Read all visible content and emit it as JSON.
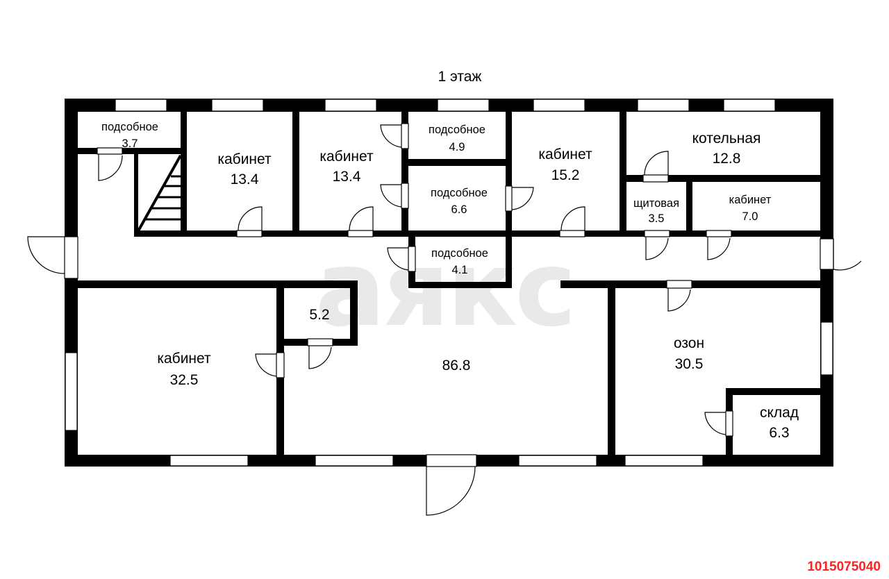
{
  "title": "1 этаж",
  "watermark": "аякс",
  "listing_id": "1015075040",
  "rooms": [
    {
      "id": "podsob1",
      "name": "подсобное",
      "area": "3.7"
    },
    {
      "id": "kab1",
      "name": "кабинет",
      "area": "13.4"
    },
    {
      "id": "kab2",
      "name": "кабинет",
      "area": "13.4"
    },
    {
      "id": "podsob2",
      "name": "подсобное",
      "area": "4.9"
    },
    {
      "id": "podsob3",
      "name": "подсобное",
      "area": "6.6"
    },
    {
      "id": "kab3",
      "name": "кабинет",
      "area": "15.2"
    },
    {
      "id": "kotel",
      "name": "котельная",
      "area": "12.8"
    },
    {
      "id": "shchit",
      "name": "щитовая",
      "area": "3.5"
    },
    {
      "id": "kab4",
      "name": "кабинет",
      "area": "7.0"
    },
    {
      "id": "podsob4",
      "name": "подсобное",
      "area": "4.1"
    },
    {
      "id": "small",
      "name": "",
      "area": "5.2"
    },
    {
      "id": "kab5",
      "name": "кабинет",
      "area": "32.5"
    },
    {
      "id": "hall",
      "name": "",
      "area": "86.8"
    },
    {
      "id": "ozon",
      "name": "озон",
      "area": "30.5"
    },
    {
      "id": "sklad",
      "name": "склад",
      "area": "6.3"
    }
  ]
}
